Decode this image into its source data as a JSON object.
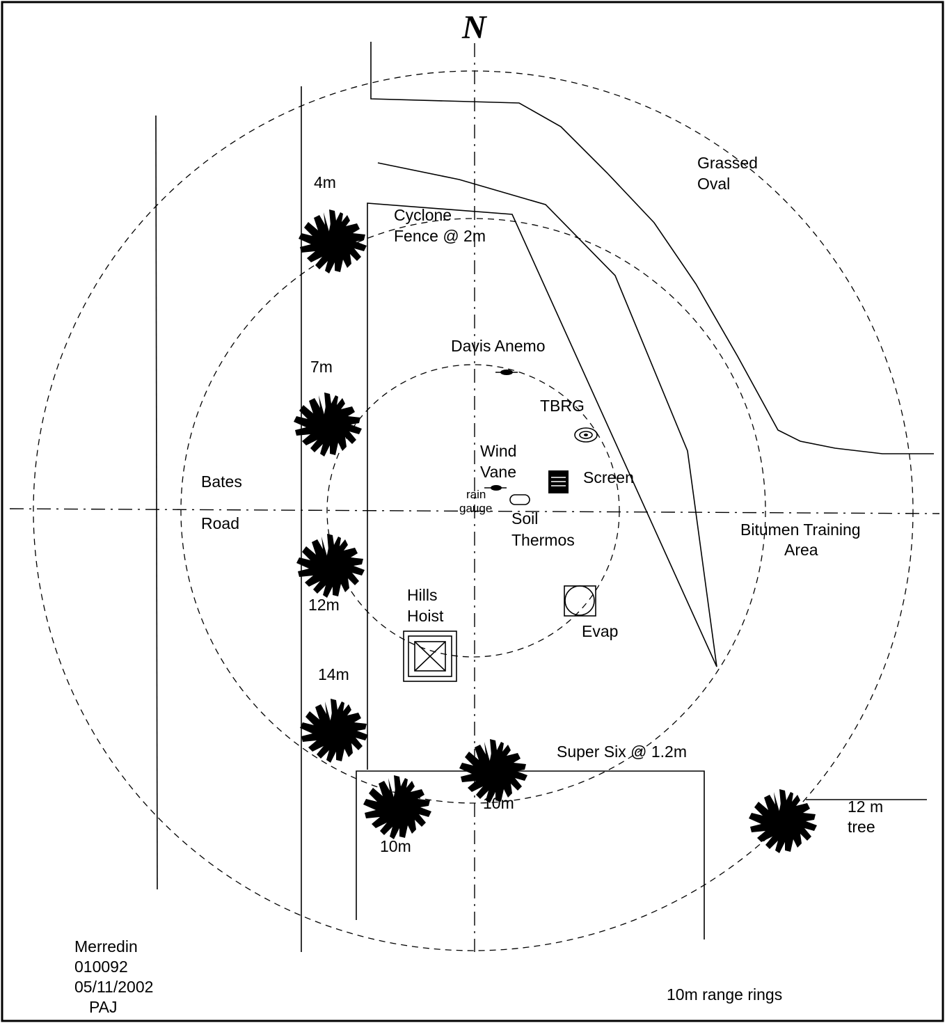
{
  "north": "N",
  "labels": {
    "grassed": "Grassed",
    "oval": "Oval",
    "cyclone": "Cyclone",
    "fence": "Fence @ 2m",
    "h4m": "4m",
    "h7m": "7m",
    "h12m": "12m",
    "h14m": "14m",
    "h10m_a": "10m",
    "h10m_b": "10m",
    "davis": "Davis Anemo",
    "tbrg": "TBRG",
    "wind": "Wind",
    "vane": "Vane",
    "screen": "Screen",
    "rain": "rain",
    "gauge": "gauge",
    "soil": "Soil",
    "thermos": "Thermos",
    "bates": "Bates",
    "road": "Road",
    "bitumen": "Bitumen Training",
    "area": "Area",
    "hills": "Hills",
    "hoist": "Hoist",
    "evap": "Evap",
    "supersix": "Super Six @ 1.2m",
    "tree12": "12 m",
    "tree": "tree",
    "rings": "10m range rings"
  },
  "site": {
    "name": "Merredin",
    "number": "010092",
    "date": "05/11/2002",
    "author": "PAJ"
  },
  "colors": {
    "line": "#000000",
    "background": "#ffffff"
  }
}
